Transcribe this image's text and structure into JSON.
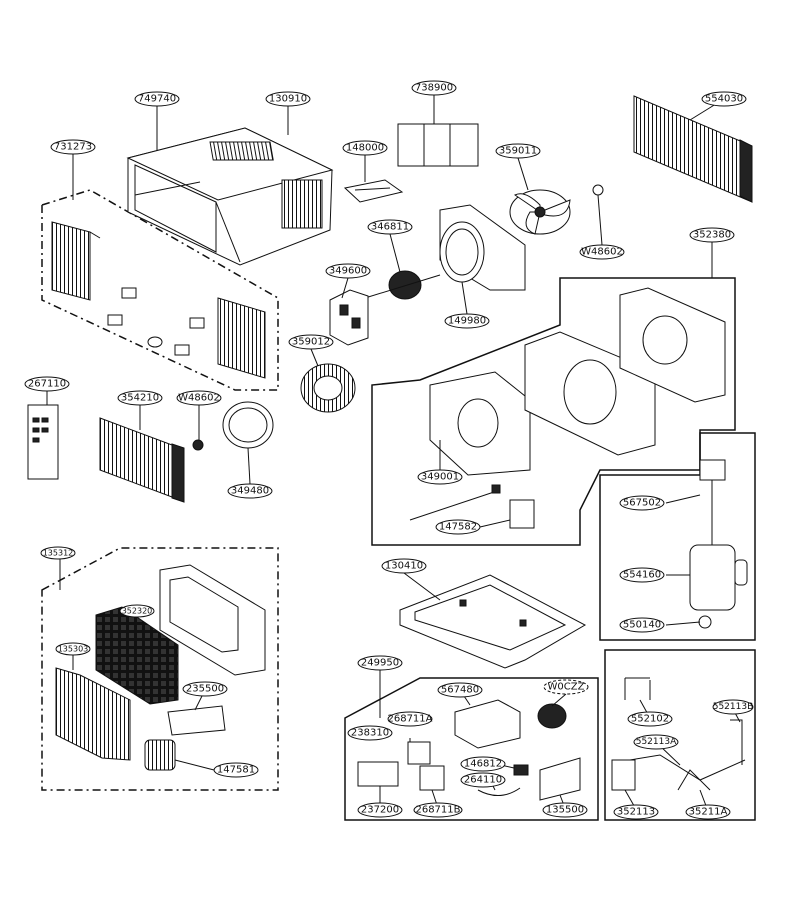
{
  "labels": {
    "p749740": "749740",
    "p130910": "130910",
    "p738900": "738900",
    "p554030": "554030",
    "p731273": "731273",
    "p148000": "148000",
    "p359011": "359011",
    "p346811": "346811",
    "pW48602a": "W48602",
    "p352380": "352380",
    "p349600": "349600",
    "p149980": "149980",
    "p359012": "359012",
    "p267110": "267110",
    "p354210": "354210",
    "pW48602b": "W48602",
    "p349480": "349480",
    "p349001": "349001",
    "p147582": "147582",
    "p567502": "567502",
    "p554160": "554160",
    "p550140": "550140",
    "p135312": "135312",
    "p352320": "352320",
    "p135303": "135303",
    "p235500": "235500",
    "p147581": "147581",
    "p130410": "130410",
    "p249950": "249950",
    "p567480": "567480",
    "pW0CZZ": "W0CZZ",
    "p238310": "238310",
    "p268711A": "268711A",
    "p146812": "146812",
    "p264110": "264110",
    "p237200": "237200",
    "p268711B": "268711B",
    "p135500": "135500",
    "p552102": "552102",
    "p552113B": "552113B",
    "p552113A": "552113A",
    "p352113": "352113",
    "p35211A": "35211A"
  }
}
